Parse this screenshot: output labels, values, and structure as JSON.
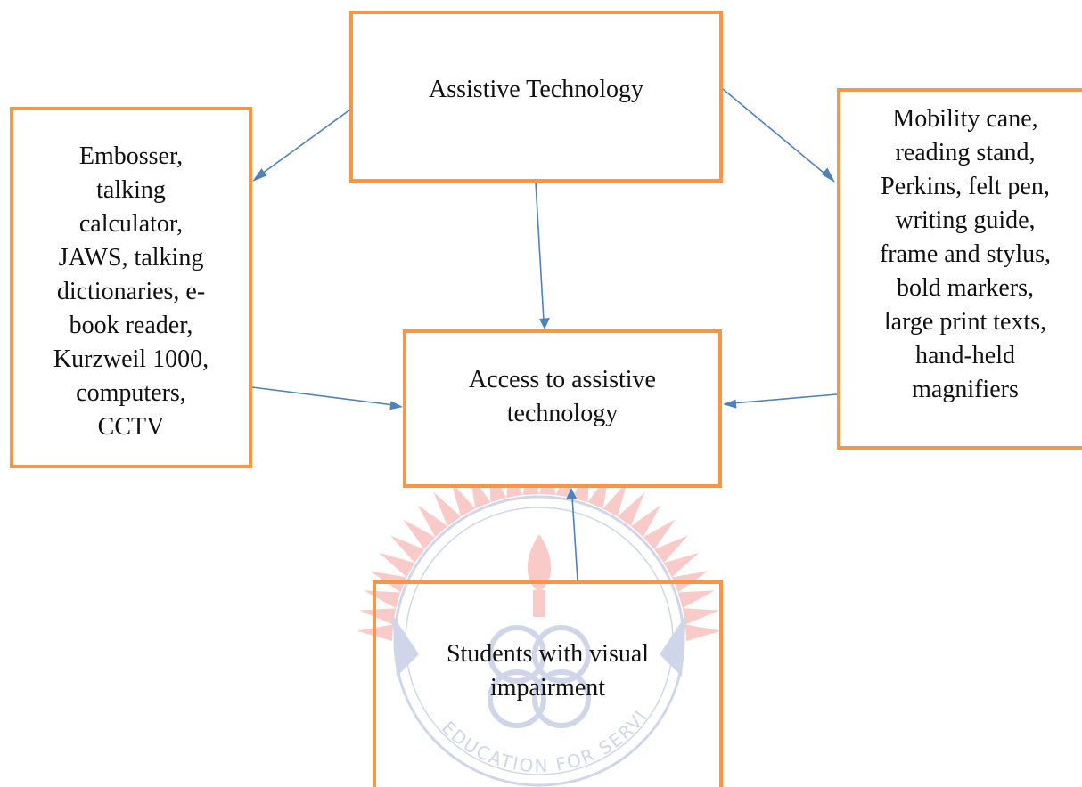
{
  "diagram": {
    "nodes": {
      "assistive_technology": {
        "label": "Assistive Technology"
      },
      "digital_devices": {
        "label_lines": [
          "Embosser,",
          "talking",
          "calculator,",
          "JAWS, talking",
          "dictionaries, e-",
          "book reader,",
          "Kurzweil 1000,",
          "computers,",
          "CCTV"
        ]
      },
      "manual_devices": {
        "label_lines": [
          "Mobility cane,",
          "reading stand,",
          "Perkins, felt pen,",
          "writing guide,",
          "frame and stylus,",
          "bold markers,",
          "large print texts,",
          "hand-held",
          "magnifiers"
        ]
      },
      "access": {
        "label_lines": [
          "Access to assistive",
          "technology"
        ]
      },
      "students": {
        "label_lines": [
          "Students with visual",
          "impairment"
        ]
      }
    },
    "edges": [
      {
        "from": "assistive_technology",
        "to": "digital_devices"
      },
      {
        "from": "assistive_technology",
        "to": "manual_devices"
      },
      {
        "from": "assistive_technology",
        "to": "access"
      },
      {
        "from": "digital_devices",
        "to": "access"
      },
      {
        "from": "manual_devices",
        "to": "access"
      },
      {
        "from": "students",
        "to": "access"
      }
    ],
    "colors": {
      "box_border": "#f79646",
      "arrow": "#4f81bd",
      "watermark_red": "#e8483f",
      "watermark_blue": "#5b6fb5"
    }
  },
  "watermark": {
    "motto": "EDUCATION FOR SERVICE"
  }
}
